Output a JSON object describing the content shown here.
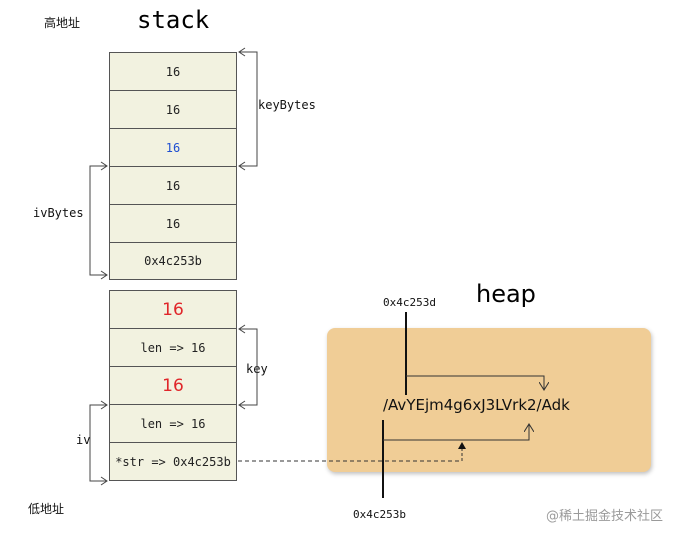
{
  "labels": {
    "high_address": "高地址",
    "low_address": "低地址",
    "stack_title": "stack",
    "heap_title": "heap",
    "key_bytes": "keyBytes",
    "iv_bytes": "ivBytes",
    "key": "key",
    "iv": "iv",
    "watermark": "@稀土掘金技术社区"
  },
  "stack_upper": [
    {
      "text": "16",
      "color": "#222222"
    },
    {
      "text": "16",
      "color": "#222222"
    },
    {
      "text": "16",
      "color": "#1f4fd1"
    },
    {
      "text": "16",
      "color": "#222222"
    },
    {
      "text": "16",
      "color": "#222222"
    },
    {
      "text": "0x4c253b",
      "color": "#222222"
    }
  ],
  "stack_lower": [
    {
      "text": "16",
      "color": "#e0262a"
    },
    {
      "text": "len => 16",
      "color": "#222222"
    },
    {
      "text": "16",
      "color": "#e0262a"
    },
    {
      "text": "len => 16",
      "color": "#222222"
    },
    {
      "text": "*str => 0x4c253b",
      "color": "#222222"
    }
  ],
  "heap": {
    "string": "/AvYEjm4g6xJ3LVrk2/Adk",
    "addr_top": "0x4c253d",
    "addr_bottom": "0x4c253b"
  },
  "colors": {
    "cell_bg": "#f2f2e0",
    "heap_bg": "#f0cd96",
    "red_value": "#e0262a",
    "blue_value": "#1f4fd1"
  }
}
